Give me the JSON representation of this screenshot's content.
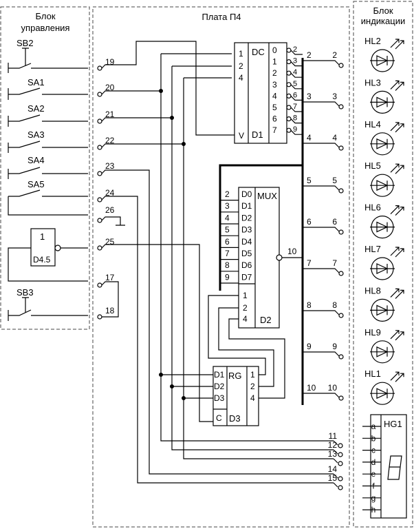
{
  "blocks": {
    "control": {
      "line1": "Блок",
      "line2": "управления"
    },
    "board": {
      "title": "Плата П4"
    },
    "indication": {
      "line1": "Блок",
      "line2": "индикации"
    }
  },
  "controls": {
    "sb2": "SB2",
    "sa1": "SA1",
    "sa2": "SA2",
    "sa3": "SA3",
    "sa4": "SA4",
    "sa5": "SA5",
    "d45": "D4.5",
    "d45_fn": "1",
    "sb3": "SB3"
  },
  "pins": [
    "19",
    "20",
    "21",
    "22",
    "23",
    "24",
    "26",
    "25",
    "17",
    "18"
  ],
  "dc": {
    "name": "DC",
    "ref": "D1",
    "enable": "V",
    "inputs": [
      "1",
      "2",
      "4"
    ],
    "outputs": [
      "0",
      "1",
      "2",
      "3",
      "4",
      "5",
      "6",
      "7"
    ],
    "out_wires": [
      "2",
      "3",
      "4",
      "5",
      "6",
      "7",
      "8",
      "9"
    ]
  },
  "mux": {
    "name": "MUX",
    "ref": "D2",
    "out_wire": "10",
    "data": [
      "D0",
      "D1",
      "D2",
      "D3",
      "D4",
      "D5",
      "D6",
      "D7"
    ],
    "data_wires": [
      "2",
      "3",
      "4",
      "5",
      "6",
      "7",
      "8",
      "9"
    ],
    "addr": [
      "1",
      "2",
      "4"
    ]
  },
  "rg": {
    "name": "RG",
    "ref": "D3",
    "clock": "C",
    "inputs": [
      "D1",
      "D2",
      "D3"
    ],
    "outputs": [
      "1",
      "2",
      "4"
    ]
  },
  "bus_taps": [
    "2",
    "3",
    "4",
    "5",
    "6",
    "7",
    "8",
    "9",
    "10"
  ],
  "right_terms": [
    "2",
    "3",
    "4",
    "5",
    "6",
    "7",
    "8",
    "9",
    "10"
  ],
  "bottom_terms": [
    "11",
    "12",
    "13",
    "14",
    "15"
  ],
  "leds": [
    "HL2",
    "HL3",
    "HL4",
    "HL5",
    "HL6",
    "HL7",
    "HL8",
    "HL9",
    "HL1"
  ],
  "hg1": {
    "ref": "HG1",
    "segments": [
      "a",
      "b",
      "c",
      "d",
      "e",
      "f",
      "g",
      "h"
    ]
  }
}
